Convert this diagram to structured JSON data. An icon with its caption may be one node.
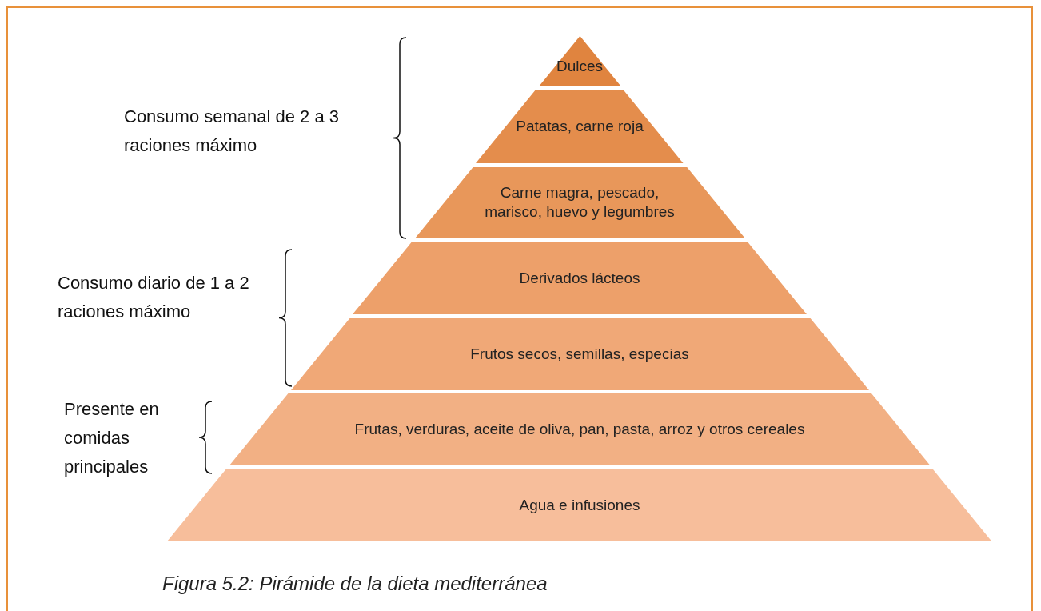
{
  "diagram": {
    "caption": "Figura 5.2: Pirámide de la dieta mediterránea",
    "nodes": [
      {
        "text": [
          "Dulces"
        ]
      },
      {
        "text": [
          "Patatas, carne roja"
        ]
      },
      {
        "text": [
          "Carne magra, pescado, marisco, huevo y legumbres"
        ]
      },
      {
        "text": [
          "Derivados lácteos"
        ]
      },
      {
        "text": [
          "Frutos secos, semillas, especias"
        ]
      },
      {
        "text": [
          "Frutas, verduras, aceite de oliva, pan, pasta, arroz y otros cereales"
        ]
      },
      {
        "text": [
          "Agua e infusiones"
        ]
      }
    ],
    "labels": [
      "Consumo semanal de 2 a 3 raciones máximo",
      "Consumo diario de 1 a 2 raciones máximo",
      "Presente en comidas principales"
    ]
  }
}
